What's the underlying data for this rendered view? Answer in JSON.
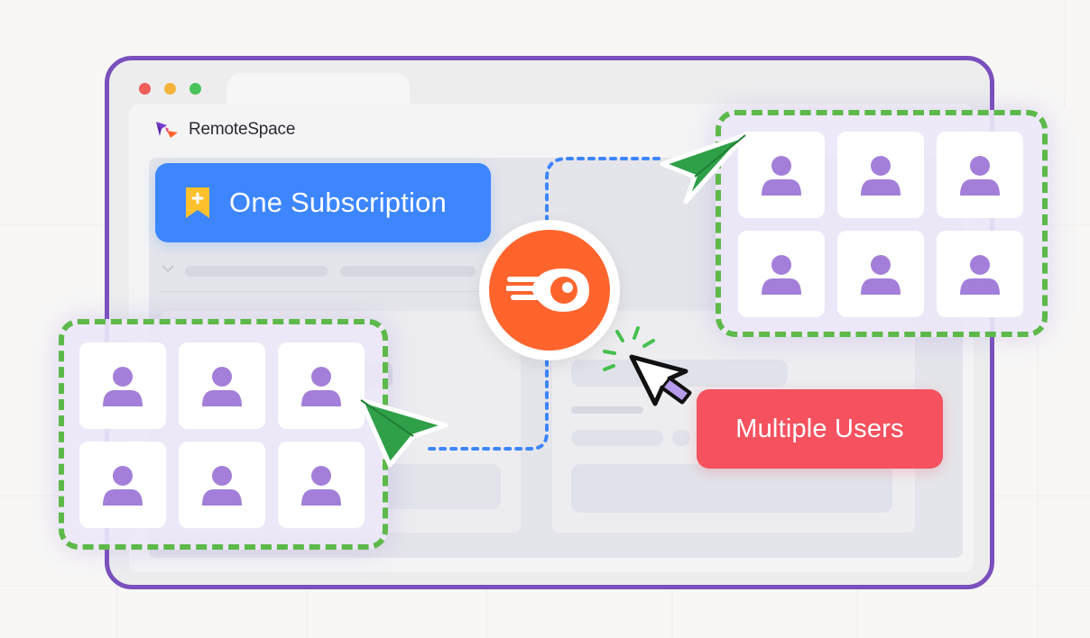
{
  "brand": {
    "name": "RemoteSpace"
  },
  "labels": {
    "subscription": "One Subscription",
    "users": "Multiple Users"
  },
  "icons": {
    "subscription_badge": "bookmark-plus-icon",
    "center_logo": "semrush-logo-icon",
    "cursor": "mouse-pointer-icon",
    "send": "paper-plane-icon",
    "user": "user-icon"
  },
  "groups": {
    "left": {
      "user_count": 6
    },
    "right": {
      "user_count": 6
    }
  },
  "colors": {
    "window_border": "#7a50bd",
    "subscription_pill": "#3d86ff",
    "users_pill": "#f5515f",
    "group_border": "#5db94a",
    "user_icon": "#a37fd9",
    "center_logo": "#ff642d",
    "connector": "#3d86ff",
    "send_arrow": "#2fa048"
  }
}
